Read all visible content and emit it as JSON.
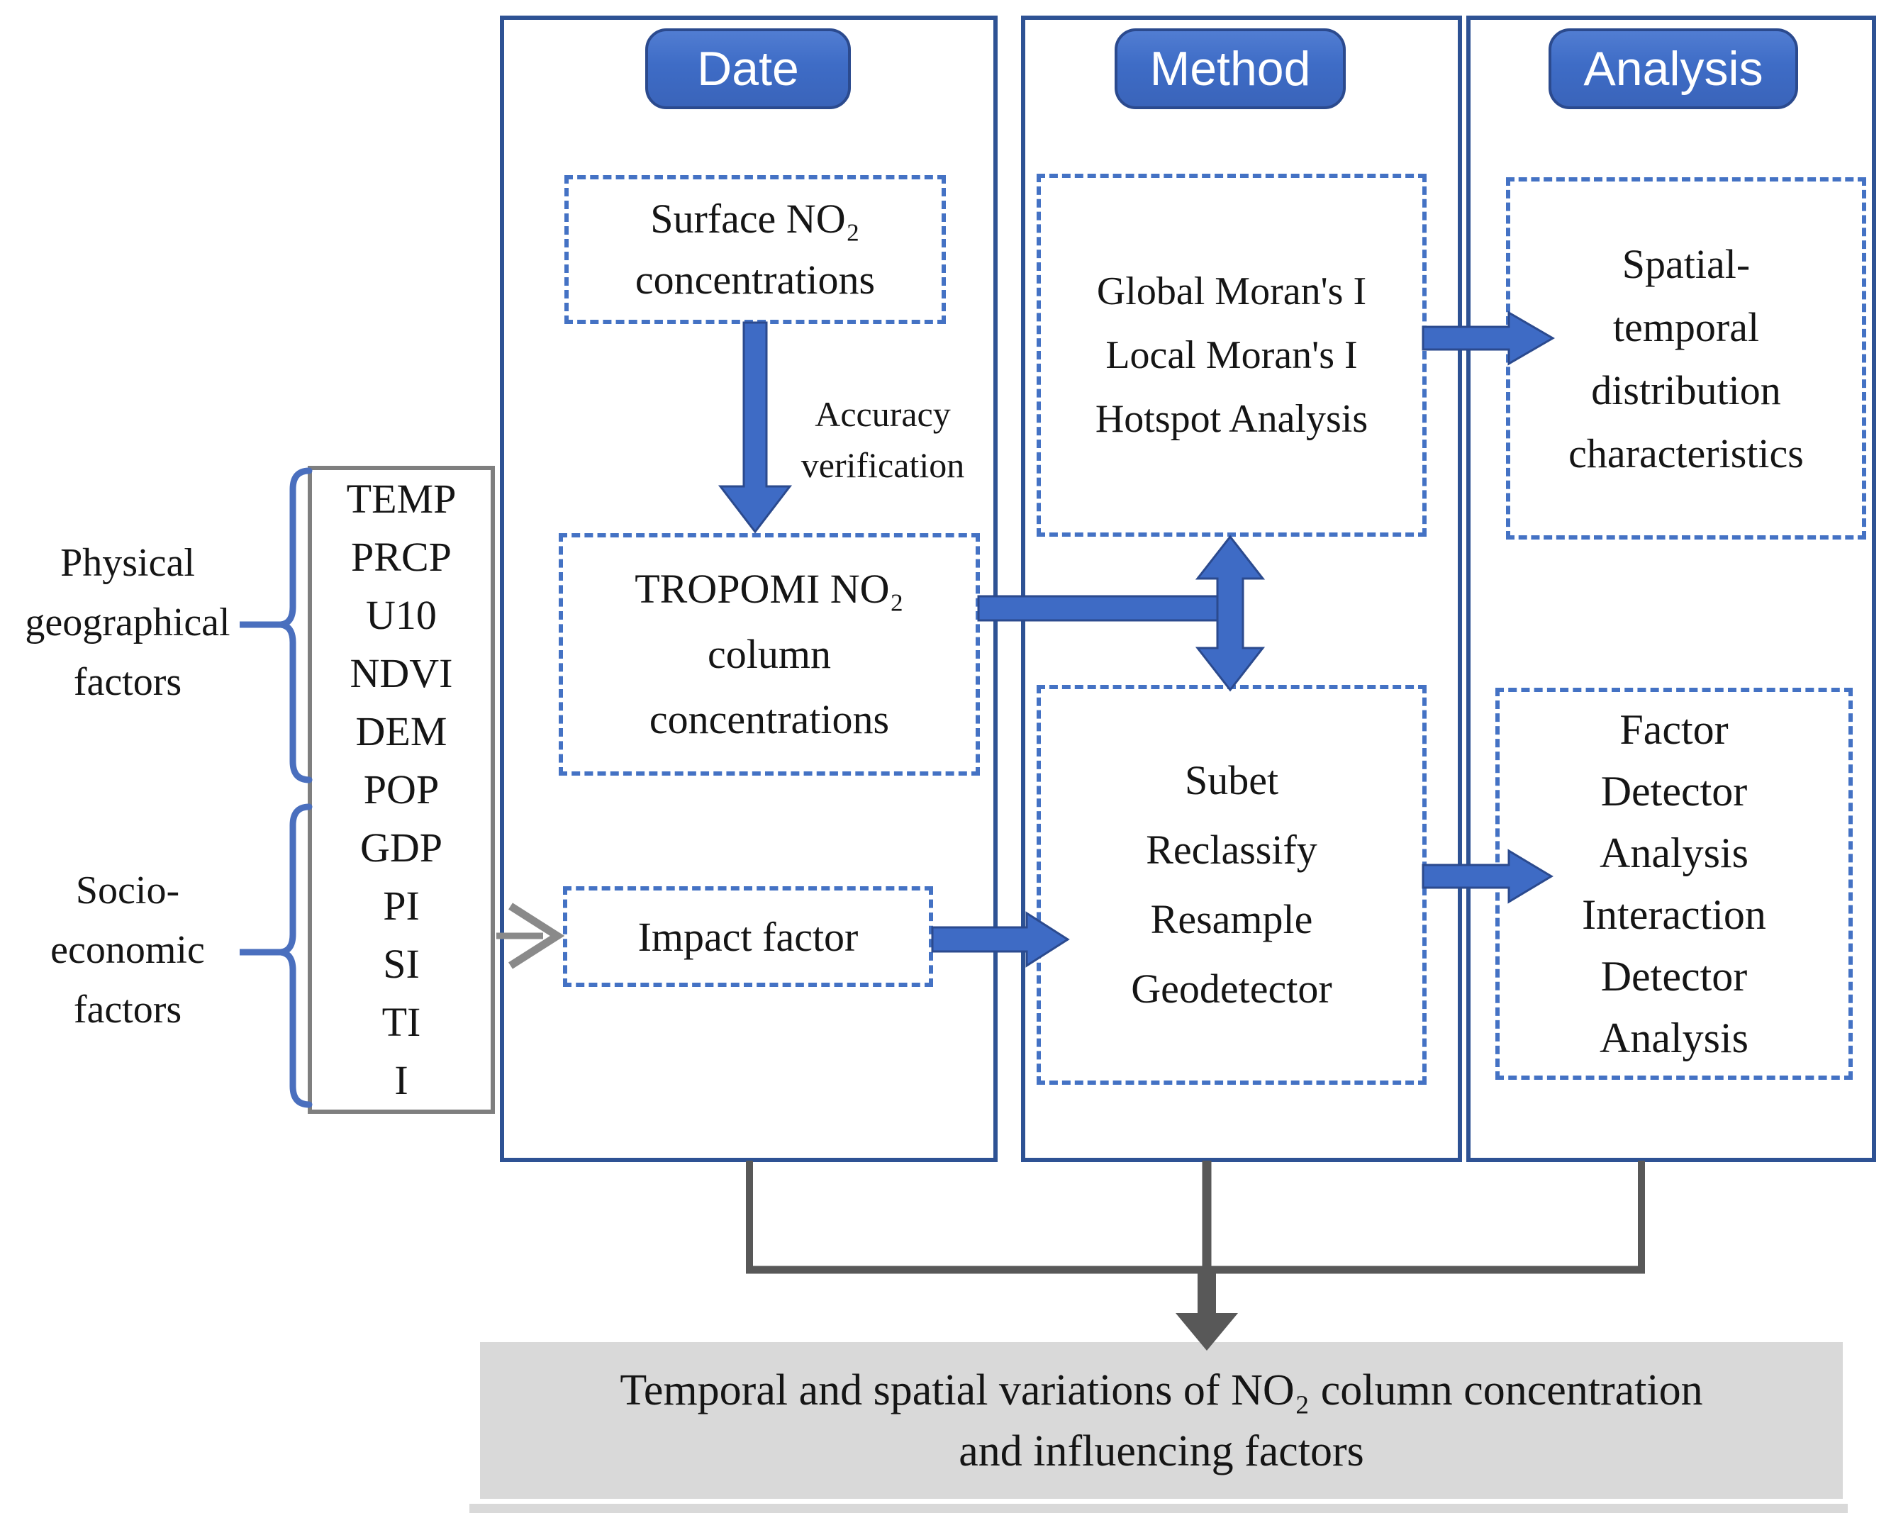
{
  "colors": {
    "column_border": "#2e5294",
    "badge_fill": "#3e6cc6",
    "badge_border": "#2b4a8e",
    "dashed_box_border": "#4472c4",
    "arrow_blue": "#3e6bc5",
    "arrow_blue_edge": "#2b4a8e",
    "gray_connector": "#585858",
    "gray_arrow_open": "#8a8a8a",
    "factor_box_border": "#7f7f7f",
    "brace_blue": "#4a6fbe",
    "result_box_fill": "#d9d9d9",
    "text": "#151515"
  },
  "left_panel": {
    "physical_label": "Physical\ngeographical\nfactors",
    "socio_label": "Socio-\neconomic\nfactors",
    "factors_physical": [
      "TEMP",
      "PRCP",
      "U10",
      "NDVI",
      "DEM"
    ],
    "factors_socio": [
      "POP",
      "GDP",
      "PI",
      "SI",
      "TI",
      "I"
    ]
  },
  "columns": {
    "date": {
      "badge": "Date",
      "surface_box": "Surface NO₂\nconcentrations",
      "accuracy_label": "Accuracy\nverification",
      "tropomi_box": "TROPOMI NO₂\ncolumn\nconcentrations",
      "impact_box": "Impact factor"
    },
    "method": {
      "badge": "Method",
      "moran_box": "Global Moran's I\nLocal Moran's I\nHotspot Analysis",
      "geodetector_box": "Subet\nReclassify\nResample\nGeodetector"
    },
    "analysis": {
      "badge": "Analysis",
      "spatial_box": "Spatial-\ntemporal\ndistribution\ncharacteristics",
      "detector_box": "Factor\nDetector\nAnalysis\nInteraction\nDetector\nAnalysis"
    }
  },
  "result_box": "Temporal and spatial variations of NO₂ column concentration\nand influencing factors"
}
